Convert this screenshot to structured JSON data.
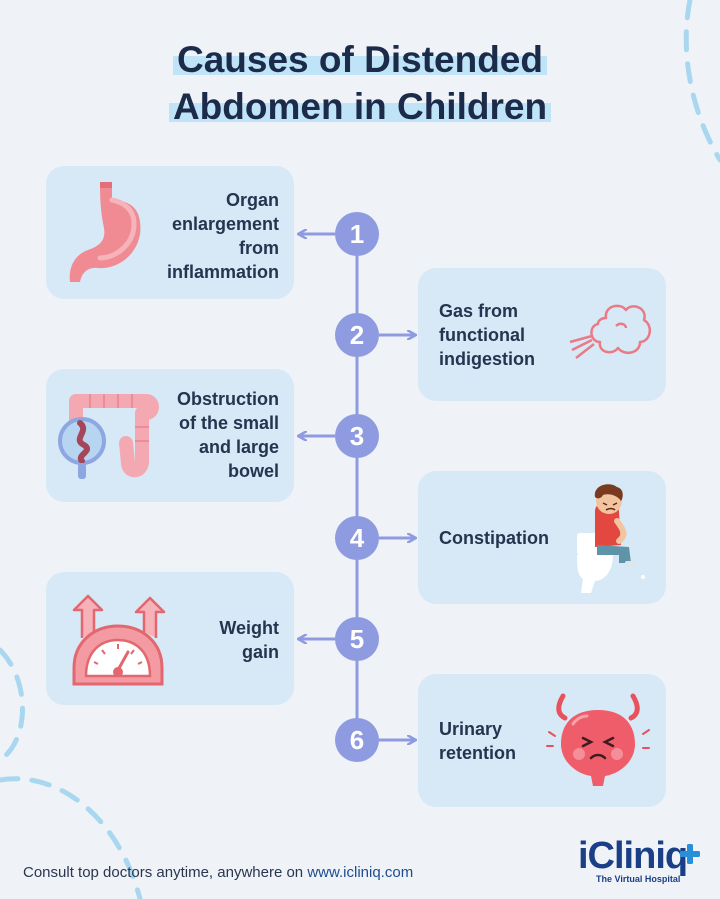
{
  "title": {
    "line1": "Causes of Distended",
    "line2": "Abdomen in Children"
  },
  "causes": [
    {
      "number": "1",
      "label_lines": [
        "Organ",
        "enlargement",
        "from",
        "inflammation"
      ],
      "icon": "stomach-icon"
    },
    {
      "number": "2",
      "label_lines": [
        "Gas from",
        "functional",
        "indigestion"
      ],
      "icon": "gas-cloud-icon"
    },
    {
      "number": "3",
      "label_lines": [
        "Obstruction",
        "of the small",
        "and large",
        "bowel"
      ],
      "icon": "intestine-icon"
    },
    {
      "number": "4",
      "label_lines": [
        "Constipation"
      ],
      "icon": "child-on-toilet-icon"
    },
    {
      "number": "5",
      "label_lines": [
        "Weight",
        "gain"
      ],
      "icon": "weight-scale-icon"
    },
    {
      "number": "6",
      "label_lines": [
        "Urinary",
        "retention"
      ],
      "icon": "bladder-icon"
    }
  ],
  "footer": {
    "text": "Consult top doctors anytime, anywhere on ",
    "link": "www.icliniq.com"
  },
  "logo": {
    "name": "iCliniq",
    "tagline": "The Virtual Hospital"
  },
  "colors": {
    "accent": "#8f9be0",
    "card": "#d7e9f6",
    "title": "#1c2b4a",
    "highlight": "#bfe3f7"
  }
}
